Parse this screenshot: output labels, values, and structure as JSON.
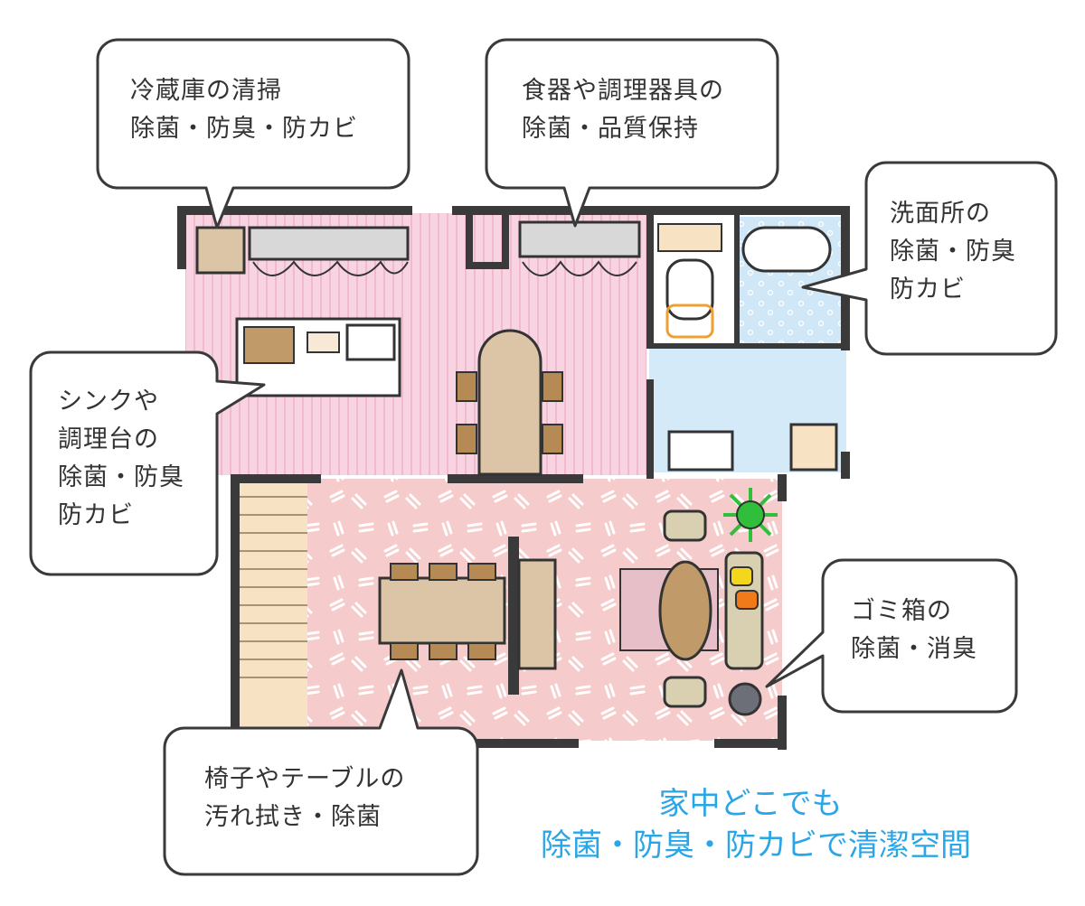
{
  "colors": {
    "kitchen_floor": "#f8d4e2",
    "living_floor": "#f5cccb",
    "bath_floor": "#d5eaf8",
    "wall": "#3a3a3a",
    "furniture": "#dcc4a6",
    "table_dark": "#c09a68",
    "counter": "#d8d8d8",
    "slogan": "#2aa6e8",
    "plant": "#2fbf3a"
  },
  "callouts": {
    "fridge": "冷蔵庫の清掃\n除菌・防臭・防カビ",
    "dishes": "食器や調理器具の\n除菌・品質保持",
    "washroom": "洗面所の\n除菌・防臭\n防カビ",
    "sink": "シンクや\n調理台の\n除菌・防臭\n防カビ",
    "trash": "ゴミ箱の\n除菌・消臭",
    "table": "椅子やテーブルの\n汚れ拭き・除菌"
  },
  "slogan": {
    "line1": "家中どこでも",
    "line2": "除菌・防臭・防カビで清潔空間"
  }
}
